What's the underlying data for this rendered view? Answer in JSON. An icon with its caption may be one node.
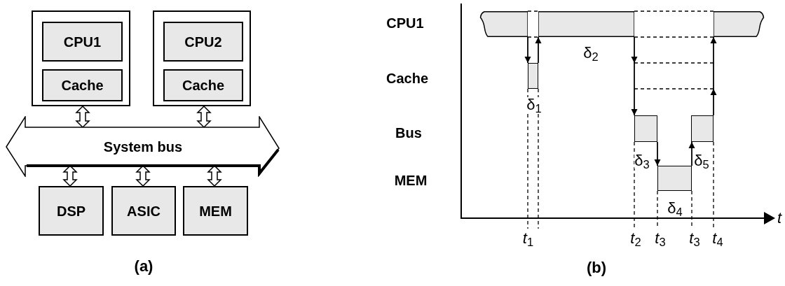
{
  "diagram": {
    "nodes": [
      {
        "text": [],
        "shape": "box"
      },
      {
        "text": [
          "CPU1"
        ],
        "in": 0
      },
      {
        "text": [
          "Cache"
        ],
        "in": 0
      },
      {
        "text": [],
        "shape": "box"
      },
      {
        "text": [
          "CPU2"
        ],
        "in": 3
      },
      {
        "text": [
          "Cache"
        ],
        "in": 3
      },
      {
        "text": [
          "System bus"
        ]
      },
      {
        "text": [
          "DSP"
        ]
      },
      {
        "text": [
          "ASIC"
        ]
      },
      {
        "text": [
          "MEM"
        ]
      },
      {
        "text": [],
        "shape": "bar"
      },
      {
        "text": [],
        "shape": "bar",
        "beside": [
          "δ$_{2}$"
        ]
      },
      {
        "text": [],
        "shape": "bar"
      },
      {
        "text": [],
        "shape": "box",
        "beside": [
          "δ$_{1}$"
        ]
      },
      {
        "text": [],
        "shape": "box",
        "beside": [
          "δ$_{3}$"
        ]
      },
      {
        "text": [],
        "shape": "box"
      },
      {
        "text": [],
        "shape": "box",
        "beside": [
          "δ$_{4}$"
        ]
      },
      {
        "text": [
          "*t*$_{1}$"
        ]
      },
      {
        "text": [
          "*t*$_{2}$"
        ]
      },
      {
        "text": [
          "*t*$_{3}$"
        ]
      },
      {
        "text": [
          "*t*$_{3}$"
        ]
      },
      {
        "text": [
          "*t*$_{4}$"
        ]
      }
    ],
    "edges": [
      {
        "from": 0,
        "to": 6,
        "arrow": "both",
        "style": "thick"
      },
      {
        "from": 3,
        "to": 6,
        "arrow": "both",
        "style": "thick"
      },
      {
        "from": 6,
        "to": 7,
        "arrow": "both",
        "style": "thick"
      },
      {
        "from": 6,
        "to": 8,
        "arrow": "both",
        "style": "thick"
      },
      {
        "from": 6,
        "to": 9,
        "arrow": "both",
        "style": "thick"
      },
      {
        "from": 10,
        "to": 13,
        "arrow": "to"
      },
      {
        "from": 13,
        "to": 11,
        "arrow": "to"
      },
      {
        "from": 11,
        "to": 14,
        "arrow": "to"
      },
      {
        "from": 14,
        "to": 16,
        "arrow": "to"
      },
      {
        "from": 16,
        "to": 15,
        "arrow": "to"
      },
      {
        "from": 15,
        "to": 12,
        "arrow": "to"
      },
      {
        "from": 13,
        "to": 17,
        "arrow": "none",
        "style": "dashed"
      },
      {
        "from": 13,
        "to": 17,
        "arrow": "none",
        "style": "dashed"
      },
      {
        "from": 14,
        "to": 18,
        "arrow": "none",
        "style": "dashed"
      },
      {
        "from": 16,
        "to": 19,
        "arrow": "none",
        "style": "dashed"
      },
      {
        "from": 16,
        "to": 20,
        "arrow": "none",
        "style": "dashed"
      },
      {
        "from": 15,
        "to": 21,
        "arrow": "none",
        "style": "dashed"
      }
    ],
    "labels": [
      "CPU1",
      "Cache",
      "Bus",
      "δ$_{5}$",
      "MEM",
      "*t*",
      "(a)",
      "(b)"
    ]
  }
}
